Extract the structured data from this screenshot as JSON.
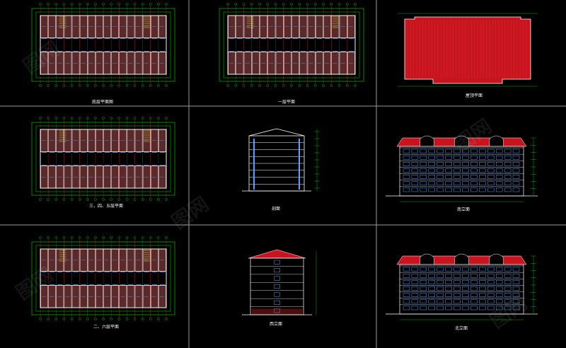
{
  "sheet": {
    "background": "#000000",
    "grid_color": "#9a9a9a",
    "colors": {
      "dimension": "#00e000",
      "wall": "#ffffff",
      "axis": "#ff3030",
      "room_fill": "#5a2a2a",
      "roof": "#c8141e",
      "window": "#5aa0ff",
      "stair": "#ffff40",
      "label": "#ffffff"
    },
    "panels": [
      {
        "id": "p1",
        "type": "plan",
        "label": "底层平面图",
        "title": ""
      },
      {
        "id": "p2",
        "type": "plan",
        "label": "一层平面",
        "title": ""
      },
      {
        "id": "p3",
        "type": "roof",
        "label": "屋顶平面",
        "title": ""
      },
      {
        "id": "p4",
        "type": "plan",
        "label": "三、四、五层平面",
        "title": ""
      },
      {
        "id": "p5",
        "type": "section",
        "label": "剖面",
        "title": ""
      },
      {
        "id": "p6",
        "type": "elevation",
        "label": "南立面",
        "title": ""
      },
      {
        "id": "p7",
        "type": "plan",
        "label": "二、六层平面",
        "title": ""
      },
      {
        "id": "p8",
        "type": "side-elevation",
        "label": "西立面",
        "title": ""
      },
      {
        "id": "p9",
        "type": "elevation",
        "label": "北立面",
        "title": ""
      }
    ]
  },
  "watermark": "图网"
}
